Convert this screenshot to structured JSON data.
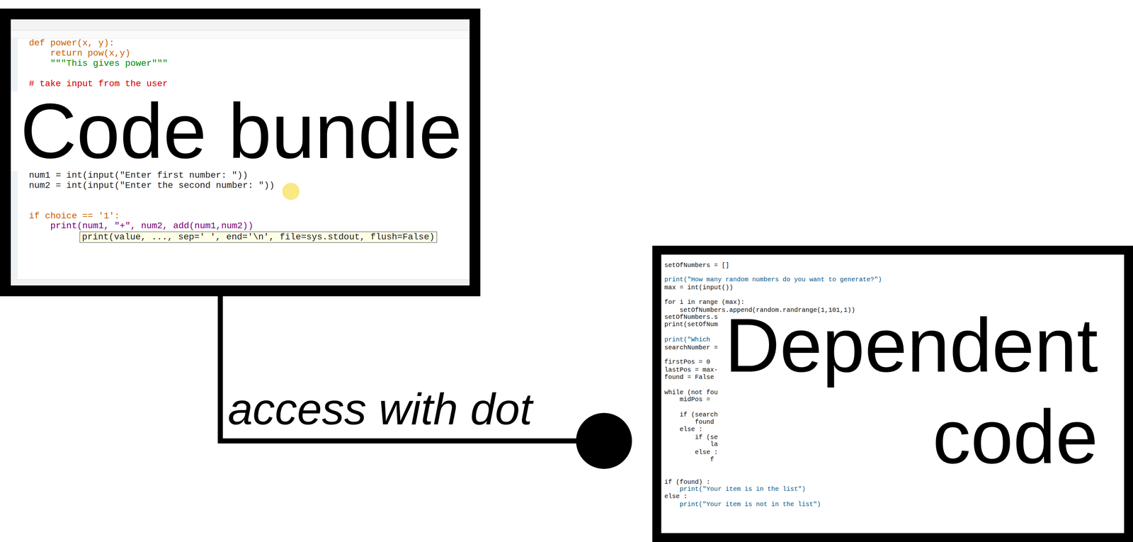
{
  "diagram": {
    "nodes": [
      {
        "text": [
          "Code bundle"
        ]
      },
      {
        "text": [
          "Dependent code"
        ]
      }
    ],
    "edges": [
      {
        "from": 0,
        "to": 1,
        "arrow": "to",
        "label": "access with dot"
      }
    ],
    "labels": [
      "def power(x, y):",
      "return pow(x,y)",
      "\"\"\"This gives power\"\"\"",
      "# take input from the user",
      "num1 = int(input(\"Enter first number: \"))",
      "num2 = int(input(\"Enter the second number: \"))",
      "if choice == '1':",
      "print(num1, \"+\", num2, add(num1,num2))",
      "print(value, ..., sep=' ', end='\\n', file=sys.stdout, flush=False)",
      "setOfNumbers = []",
      "print(\"How many random numbers do you want to generate?\")",
      "max = int(input())",
      "for i in range (max):",
      "setOfNumbers.append(random.randrange(1,101,1))",
      "setOfNumbers.s",
      "print(setOfNum",
      "print(\"Which",
      "searchNumber =",
      "firstPos = 0",
      "lastPos = max-",
      "found = False",
      "while (not fou",
      "midPos =",
      "if (search",
      "found",
      "else :",
      "if (se",
      "la",
      "else :",
      "f",
      "if (found) :",
      "print(\"Your item is in the list\")",
      "else :",
      "print(\"Your item is not in the list\")"
    ]
  }
}
